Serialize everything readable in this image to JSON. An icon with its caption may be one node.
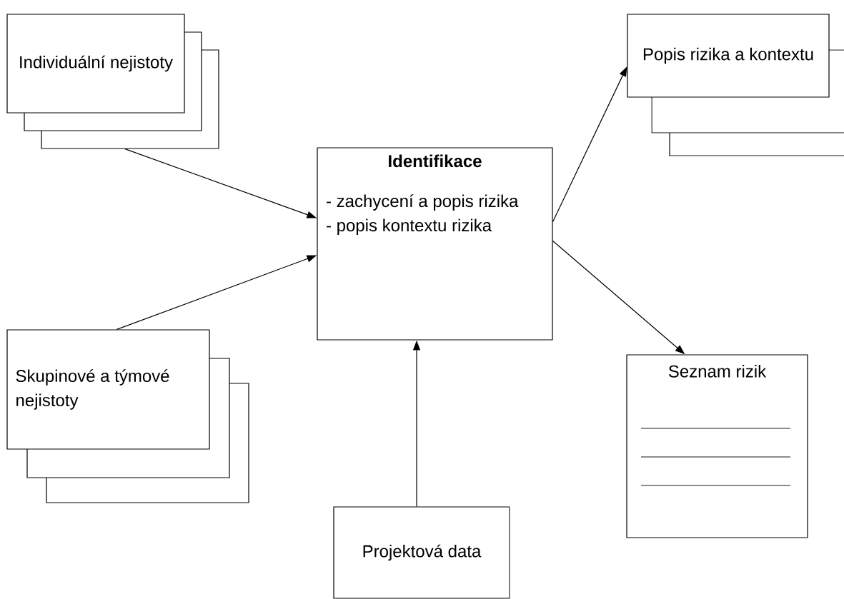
{
  "diagram": {
    "nodes": [
      {
        "text": [
          "Individuální nejistoty"
        ]
      },
      {
        "text": [
          "Popis rizika a kontextu"
        ]
      },
      {
        "text": [
          "Identifikace",
          "- zachycení a popis rizika",
          "- popis kontextu rizika"
        ]
      },
      {
        "text": [
          "Skupinové a týmové nejistoty"
        ]
      },
      {
        "text": [
          "Seznam rizik"
        ]
      },
      {
        "text": [
          "Projektová data"
        ]
      }
    ],
    "edges": [
      {
        "from": 0,
        "to": 2,
        "arrow": "to"
      },
      {
        "from": 3,
        "to": 2,
        "arrow": "to"
      },
      {
        "from": 2,
        "to": 1,
        "arrow": "to"
      },
      {
        "from": 2,
        "to": 4,
        "arrow": "to"
      },
      {
        "from": 5,
        "to": 2,
        "arrow": "to"
      }
    ]
  }
}
